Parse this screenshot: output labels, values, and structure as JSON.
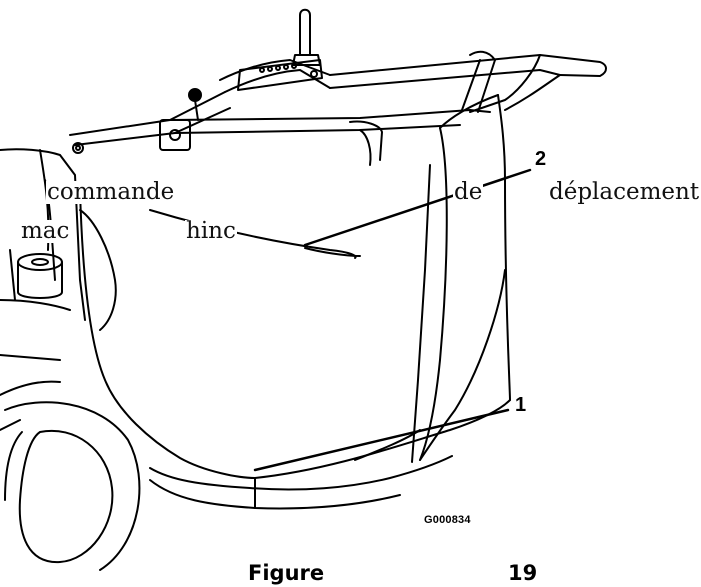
{
  "overlay_words": {
    "w1": "commande",
    "w2": "de",
    "w3": "déplacement",
    "w4": "mac",
    "w5": "hinc"
  },
  "callouts": {
    "c1": "1",
    "c2": "2"
  },
  "part_code": "G000834",
  "caption": {
    "label": "Figure",
    "number": "19"
  },
  "colors": {
    "ink": "#000000",
    "paper": "#ffffff"
  }
}
